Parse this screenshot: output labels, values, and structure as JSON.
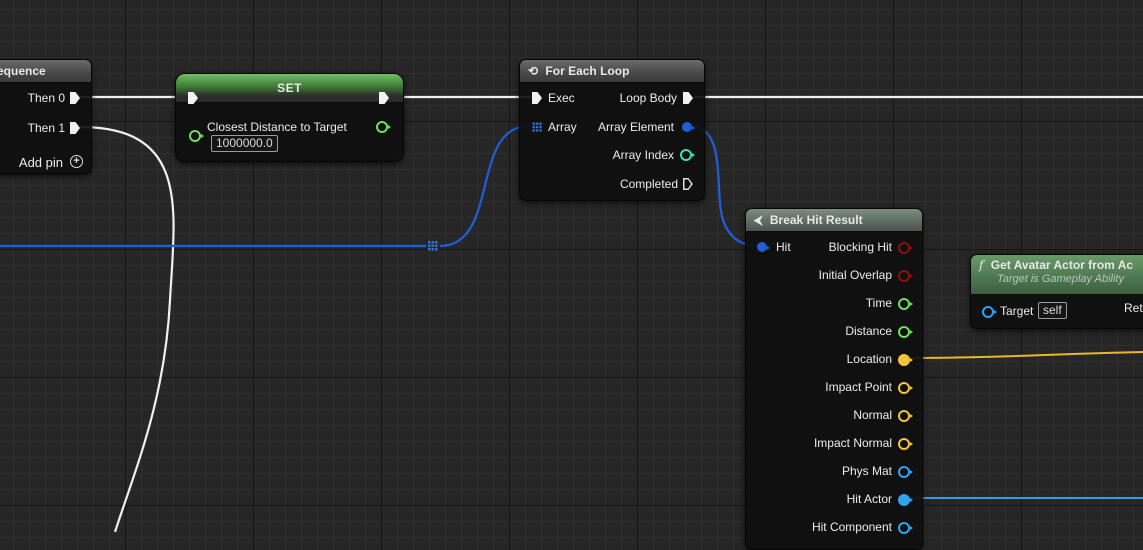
{
  "colors": {
    "exec": "#f2f2f2",
    "struct": "#1f5fd6",
    "float": "#6fe05a",
    "bool": "#8a0f0f",
    "vector": "#f2c43a",
    "object": "#2ea3ef",
    "int": "#3fe0b0"
  },
  "sequence": {
    "title": "equence",
    "then0": "Then 0",
    "then1": "Then 1",
    "add_pin": "Add pin"
  },
  "set_node": {
    "title": "SET",
    "var_label": "Closest Distance to Target",
    "value": "1000000.0"
  },
  "foreach": {
    "title": "For Each Loop",
    "exec": "Exec",
    "array": "Array",
    "loop_body": "Loop Body",
    "array_element": "Array Element",
    "array_index": "Array Index",
    "completed": "Completed"
  },
  "break_hit": {
    "title": "Break Hit Result",
    "hit": "Hit",
    "outputs": [
      "Blocking Hit",
      "Initial Overlap",
      "Time",
      "Distance",
      "Location",
      "Impact Point",
      "Normal",
      "Impact Normal",
      "Phys Mat",
      "Hit Actor",
      "Hit Component"
    ],
    "output_kinds": [
      "bool",
      "bool",
      "float",
      "float",
      "vector-filled",
      "vector",
      "vector",
      "vector",
      "object",
      "object-filled",
      "object"
    ]
  },
  "get_avatar": {
    "title": "Get Avatar Actor from Ac",
    "subtitle": "Target is Gameplay Ability",
    "target": "Target",
    "target_value": "self",
    "return": "Retu"
  }
}
